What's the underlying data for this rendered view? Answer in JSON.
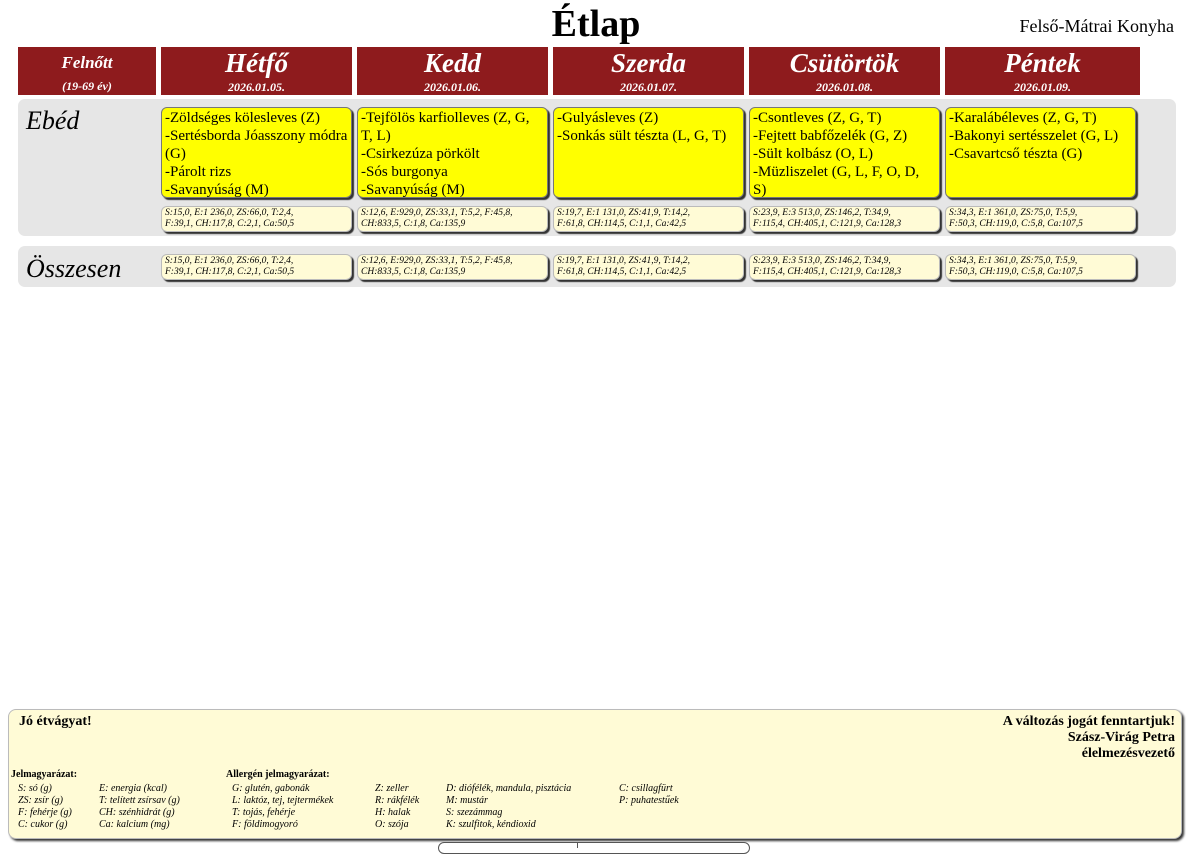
{
  "title": "Étlap",
  "kitchen": "Felső-Mátrai Konyha",
  "headers": {
    "adult": {
      "label": "Felnőtt",
      "age": "(19-69 év)"
    },
    "days": [
      {
        "name": "Hétfő",
        "date": "2026.01.05."
      },
      {
        "name": "Kedd",
        "date": "2026.01.06."
      },
      {
        "name": "Szerda",
        "date": "2026.01.07."
      },
      {
        "name": "Csütörtök",
        "date": "2026.01.08."
      },
      {
        "name": "Péntek",
        "date": "2026.01.09."
      }
    ]
  },
  "lunch": {
    "label": "Ebéd",
    "menus": [
      {
        "lines": [
          "-Zöldséges kölesleves (Z)",
          "-Sertésborda Jóasszony módra  (G)",
          "-Párolt rizs",
          "-Savanyúság (M)"
        ]
      },
      {
        "lines": [
          "-Tejfölös karfiolleves (Z, G, T, L)",
          "-Csirkezúza pörkölt",
          "-Sós burgonya",
          "-Savanyúság (M)"
        ]
      },
      {
        "lines": [
          "-Gulyásleves (Z)",
          "-Sonkás sült tészta  (L, G, T)"
        ]
      },
      {
        "lines": [
          "-Csontleves (Z, G, T)",
          "-Fejtett babfőzelék  (G, Z)",
          "-Sült kolbász (O, L)",
          "-Müzliszelet  (G, L, F, O, D, S)"
        ]
      },
      {
        "lines": [
          "-Karalábéleves  (Z, G, T)",
          "-Bakonyi sertésszelet  (G, L)",
          "-Csavartcső tészta (G)"
        ]
      }
    ],
    "nutrition": [
      {
        "l1": "S:15,0, E:1 236,0, ZS:66,0, T:2,4,",
        "l2": "F:39,1, CH:117,8, C:2,1, Ca:50,5"
      },
      {
        "l1": "S:12,6, E:929,0, ZS:33,1, T:5,2, F:45,8,",
        "l2": "CH:833,5, C:1,8, Ca:135,9"
      },
      {
        "l1": "S:19,7, E:1 131,0, ZS:41,9, T:14,2,",
        "l2": "F:61,8, CH:114,5, C:1,1, Ca:42,5"
      },
      {
        "l1": "S:23,9, E:3 513,0, ZS:146,2, T:34,9,",
        "l2": "F:115,4, CH:405,1, C:121,9, Ca:128,3"
      },
      {
        "l1": "S:34,3, E:1 361,0, ZS:75,0, T:5,9,",
        "l2": "F:50,3, CH:119,0, C:5,8, Ca:107,5"
      }
    ]
  },
  "total": {
    "label": "Összesen",
    "nutrition": [
      {
        "l1": "S:15,0, E:1 236,0, ZS:66,0, T:2,4,",
        "l2": "F:39,1, CH:117,8, C:2,1, Ca:50,5"
      },
      {
        "l1": "S:12,6, E:929,0, ZS:33,1, T:5,2, F:45,8,",
        "l2": "CH:833,5, C:1,8, Ca:135,9"
      },
      {
        "l1": "S:19,7, E:1 131,0, ZS:41,9, T:14,2,",
        "l2": "F:61,8, CH:114,5, C:1,1, Ca:42,5"
      },
      {
        "l1": "S:23,9, E:3 513,0, ZS:146,2, T:34,9,",
        "l2": "F:115,4, CH:405,1, C:121,9, Ca:128,3"
      },
      {
        "l1": "S:34,3, E:1 361,0, ZS:75,0, T:5,9,",
        "l2": "F:50,3, CH:119,0, C:5,8, Ca:107,5"
      }
    ]
  },
  "footer": {
    "bon_appetit": "Jó étvágyat!",
    "rights": "A változás jogát fenntartjuk!",
    "person": "Szász-Virág Petra",
    "role": "élelmezésvezető",
    "legend_title": "Jelmagyarázat:",
    "legend": [
      "S: só (g)",
      "ZS: zsír (g)",
      "F: fehérje (g)",
      "C: cukor (g)",
      "E: energia (kcal)",
      "T: telített zsírsav (g)",
      "CH: szénhidrát (g)",
      "Ca: kalcium (mg)"
    ],
    "allergen_title": "Allergén jelmagyarázat:",
    "allergens": [
      "G: glutén, gabonák",
      "L: laktóz, tej, tejtermékek",
      "T: tojás, fehérje",
      "F: földimogyoró",
      "Z: zeller",
      "R: rákfélék",
      "H: halak",
      "O: szója",
      "D: diófélék, mandula, pisztácia",
      "M: mustár",
      "S: szezámmag",
      "K: szulfitok, kéndioxid",
      "C: csillagfürt",
      "P: puhatestűek"
    ]
  },
  "colors": {
    "header_bg": "#8e1b1d",
    "menu_bg": "#ffff00",
    "nutrition_bg": "#fffbd6",
    "band_bg": "#e6e6e6"
  }
}
